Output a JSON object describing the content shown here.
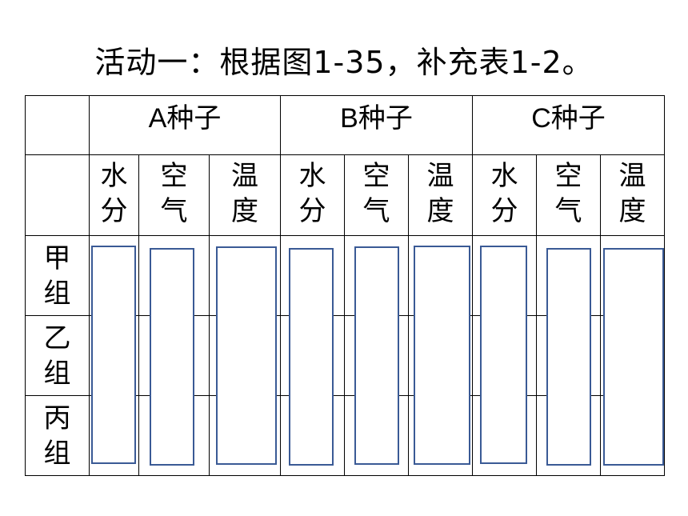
{
  "title": "活动一：根据图1-35，补充表1-2。",
  "table": {
    "seeds": [
      "A种子",
      "B种子",
      "C种子"
    ],
    "factors": [
      [
        "水",
        "分"
      ],
      [
        "空",
        "气"
      ],
      [
        "温",
        "度"
      ]
    ],
    "groups": [
      [
        "甲",
        "组"
      ],
      [
        "乙",
        "组"
      ],
      [
        "丙",
        "组"
      ]
    ]
  },
  "answer_boxes": {
    "count": 9,
    "color": "#3a5a95"
  }
}
